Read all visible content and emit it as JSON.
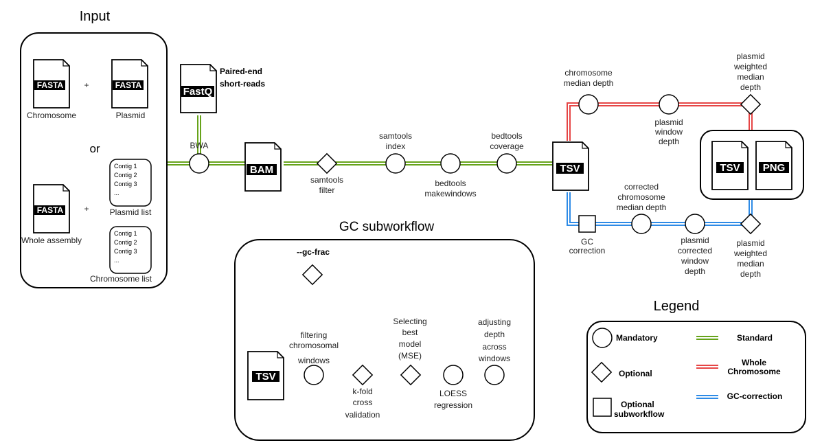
{
  "sections": {
    "input_title": "Input",
    "gc_title": "GC subworkflow",
    "legend_title": "Legend"
  },
  "input": {
    "file_fasta": "FASTA",
    "plus": "+",
    "chromosome": "Chromosome",
    "plasmid": "Plasmid",
    "or": "or",
    "contigs": [
      "Contig 1",
      "Contig 2",
      "Contig 3",
      "..."
    ],
    "plasmid_list": "Plasmid list",
    "whole_assembly": "Whole assembly",
    "chromosome_list": "Chromosome list"
  },
  "pipeline": {
    "fastq": "FastQ",
    "paired_end_1": "Paired-end",
    "paired_end_2": "short-reads",
    "bwa": "BWA",
    "bam": "BAM",
    "samtools_filter_1": "samtools",
    "samtools_filter_2": "filter",
    "samtools_index_1": "samtools",
    "samtools_index_2": "index",
    "bedtools_makewindows_1": "bedtools",
    "bedtools_makewindows_2": "makewindows",
    "bedtools_coverage_1": "bedtools",
    "bedtools_coverage_2": "coverage",
    "tsv": "TSV",
    "png": "PNG"
  },
  "whole_chromosome_branch": {
    "chromosome_median_depth_1": "chromosome",
    "chromosome_median_depth_2": "median depth",
    "plasmid_window_depth_1": "plasmid",
    "plasmid_window_depth_2": "window",
    "plasmid_window_depth_3": "depth",
    "plasmid_weighted_median_1": "plasmid",
    "plasmid_weighted_median_2": "weighted",
    "plasmid_weighted_median_3": "median",
    "plasmid_weighted_median_4": "depth"
  },
  "gc_branch": {
    "gc_correction_1": "GC",
    "gc_correction_2": "correction",
    "corrected_chrom_1": "corrected",
    "corrected_chrom_2": "chromosome",
    "corrected_chrom_3": "median depth",
    "plasmid_corrected_1": "plasmid",
    "plasmid_corrected_2": "corrected",
    "plasmid_corrected_3": "window",
    "plasmid_corrected_4": "depth",
    "plasmid_weighted_1": "plasmid",
    "plasmid_weighted_2": "weighted",
    "plasmid_weighted_3": "median",
    "plasmid_weighted_4": "depth"
  },
  "gc_subworkflow": {
    "gc_frac": "--gc-frac",
    "tsv": "TSV",
    "filtering_1": "filtering",
    "filtering_2": "chromosomal",
    "filtering_3": "windows",
    "kfold_1": "k-fold",
    "kfold_2": "cross",
    "kfold_3": "validation",
    "selecting_1": "Selecting",
    "selecting_2": "best",
    "selecting_3": "model",
    "selecting_4": "(MSE)",
    "loess_1": "LOESS",
    "loess_2": "regression",
    "adjusting_1": "adjusting",
    "adjusting_2": "depth",
    "adjusting_3": "across",
    "adjusting_4": "windows"
  },
  "legend": {
    "mandatory": "Mandatory",
    "optional": "Optional",
    "optional_sub_1": "Optional",
    "optional_sub_2": "subworkflow",
    "standard": "Standard",
    "whole_1": "Whole",
    "whole_2": "Chromosome",
    "gc_correction": "GC-correction"
  },
  "colors": {
    "standard": "#66a31a",
    "whole_chromosome": "#e64545",
    "gc_correction": "#2e8be6"
  }
}
